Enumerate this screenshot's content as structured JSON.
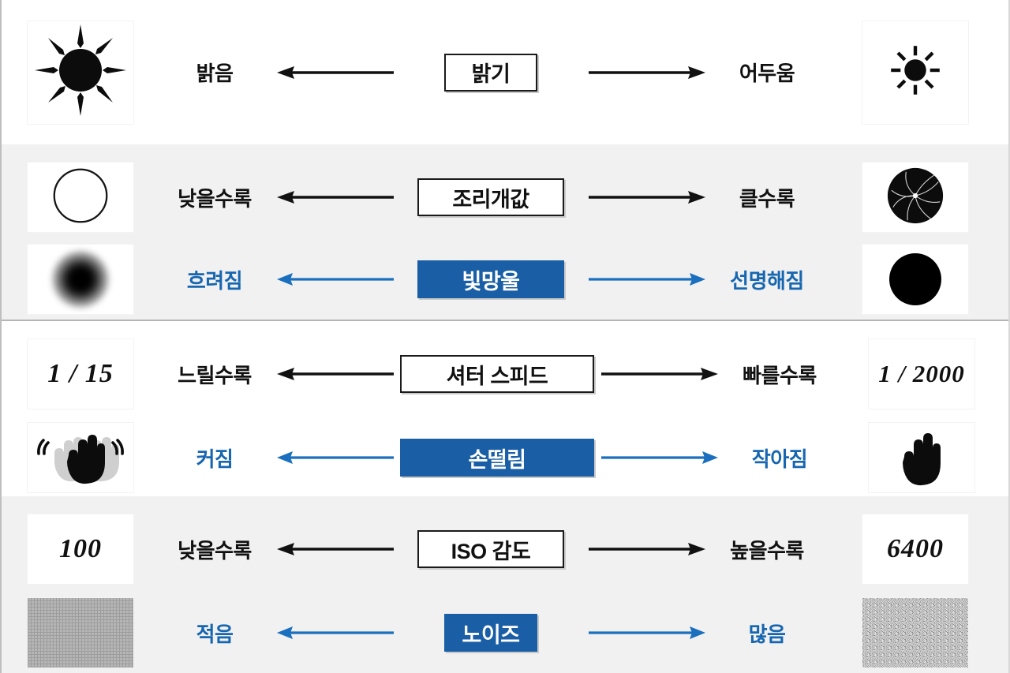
{
  "meta": {
    "accent_blue": "#1a5fa6",
    "accent_text_blue": "#1766b0",
    "shaded_row_bg": "#f1f1f1",
    "ink": "#111111"
  },
  "groups": [
    {
      "id": "brightness",
      "shaded": false,
      "rows": [
        {
          "id": "brightness-main",
          "style": "outline",
          "center_label": "밝기",
          "left_label": "밝음",
          "right_label": "어두움",
          "left_thumb_icon": "large-sun-icon",
          "right_thumb_icon": "small-sun-icon",
          "left_thumb_text": "",
          "right_thumb_text": ""
        }
      ]
    },
    {
      "id": "aperture",
      "shaded": true,
      "rows": [
        {
          "id": "aperture-main",
          "style": "outline",
          "center_label": "조리개값",
          "left_label": "낮을수록",
          "right_label": "클수록",
          "left_thumb_icon": "open-aperture-icon",
          "right_thumb_icon": "closed-aperture-icon",
          "left_thumb_text": "",
          "right_thumb_text": ""
        },
        {
          "id": "aperture-bokeh",
          "style": "filled",
          "center_label": "빛망울",
          "left_label": "흐려짐",
          "right_label": "선명해짐",
          "left_thumb_icon": "blurred-dot-icon",
          "right_thumb_icon": "sharp-dot-icon",
          "left_thumb_text": "",
          "right_thumb_text": ""
        }
      ]
    },
    {
      "id": "shutter",
      "shaded": false,
      "rows": [
        {
          "id": "shutter-main",
          "style": "outline",
          "center_label": "셔터 스피드",
          "left_label": "느릴수록",
          "right_label": "빠를수록",
          "left_thumb_icon": "shutter-value-slow",
          "right_thumb_icon": "shutter-value-fast",
          "left_thumb_text": "1 / 15",
          "right_thumb_text": "1 / 2000"
        },
        {
          "id": "shutter-shake",
          "style": "filled",
          "center_label": "손떨림",
          "left_label": "커짐",
          "right_label": "작아짐",
          "left_thumb_icon": "shaking-hand-icon",
          "right_thumb_icon": "steady-hand-icon",
          "left_thumb_text": "",
          "right_thumb_text": ""
        }
      ]
    },
    {
      "id": "iso",
      "shaded": true,
      "rows": [
        {
          "id": "iso-main",
          "style": "outline",
          "center_label": "ISO 감도",
          "left_label": "낮을수록",
          "right_label": "높을수록",
          "left_thumb_icon": "iso-value-low",
          "right_thumb_icon": "iso-value-high",
          "left_thumb_text": "100",
          "right_thumb_text": "6400"
        },
        {
          "id": "iso-noise",
          "style": "filled",
          "center_label": "노이즈",
          "left_label": "적음",
          "right_label": "많음",
          "left_thumb_icon": "low-noise-texture-icon",
          "right_thumb_icon": "high-noise-texture-icon",
          "left_thumb_text": "",
          "right_thumb_text": ""
        }
      ]
    }
  ]
}
